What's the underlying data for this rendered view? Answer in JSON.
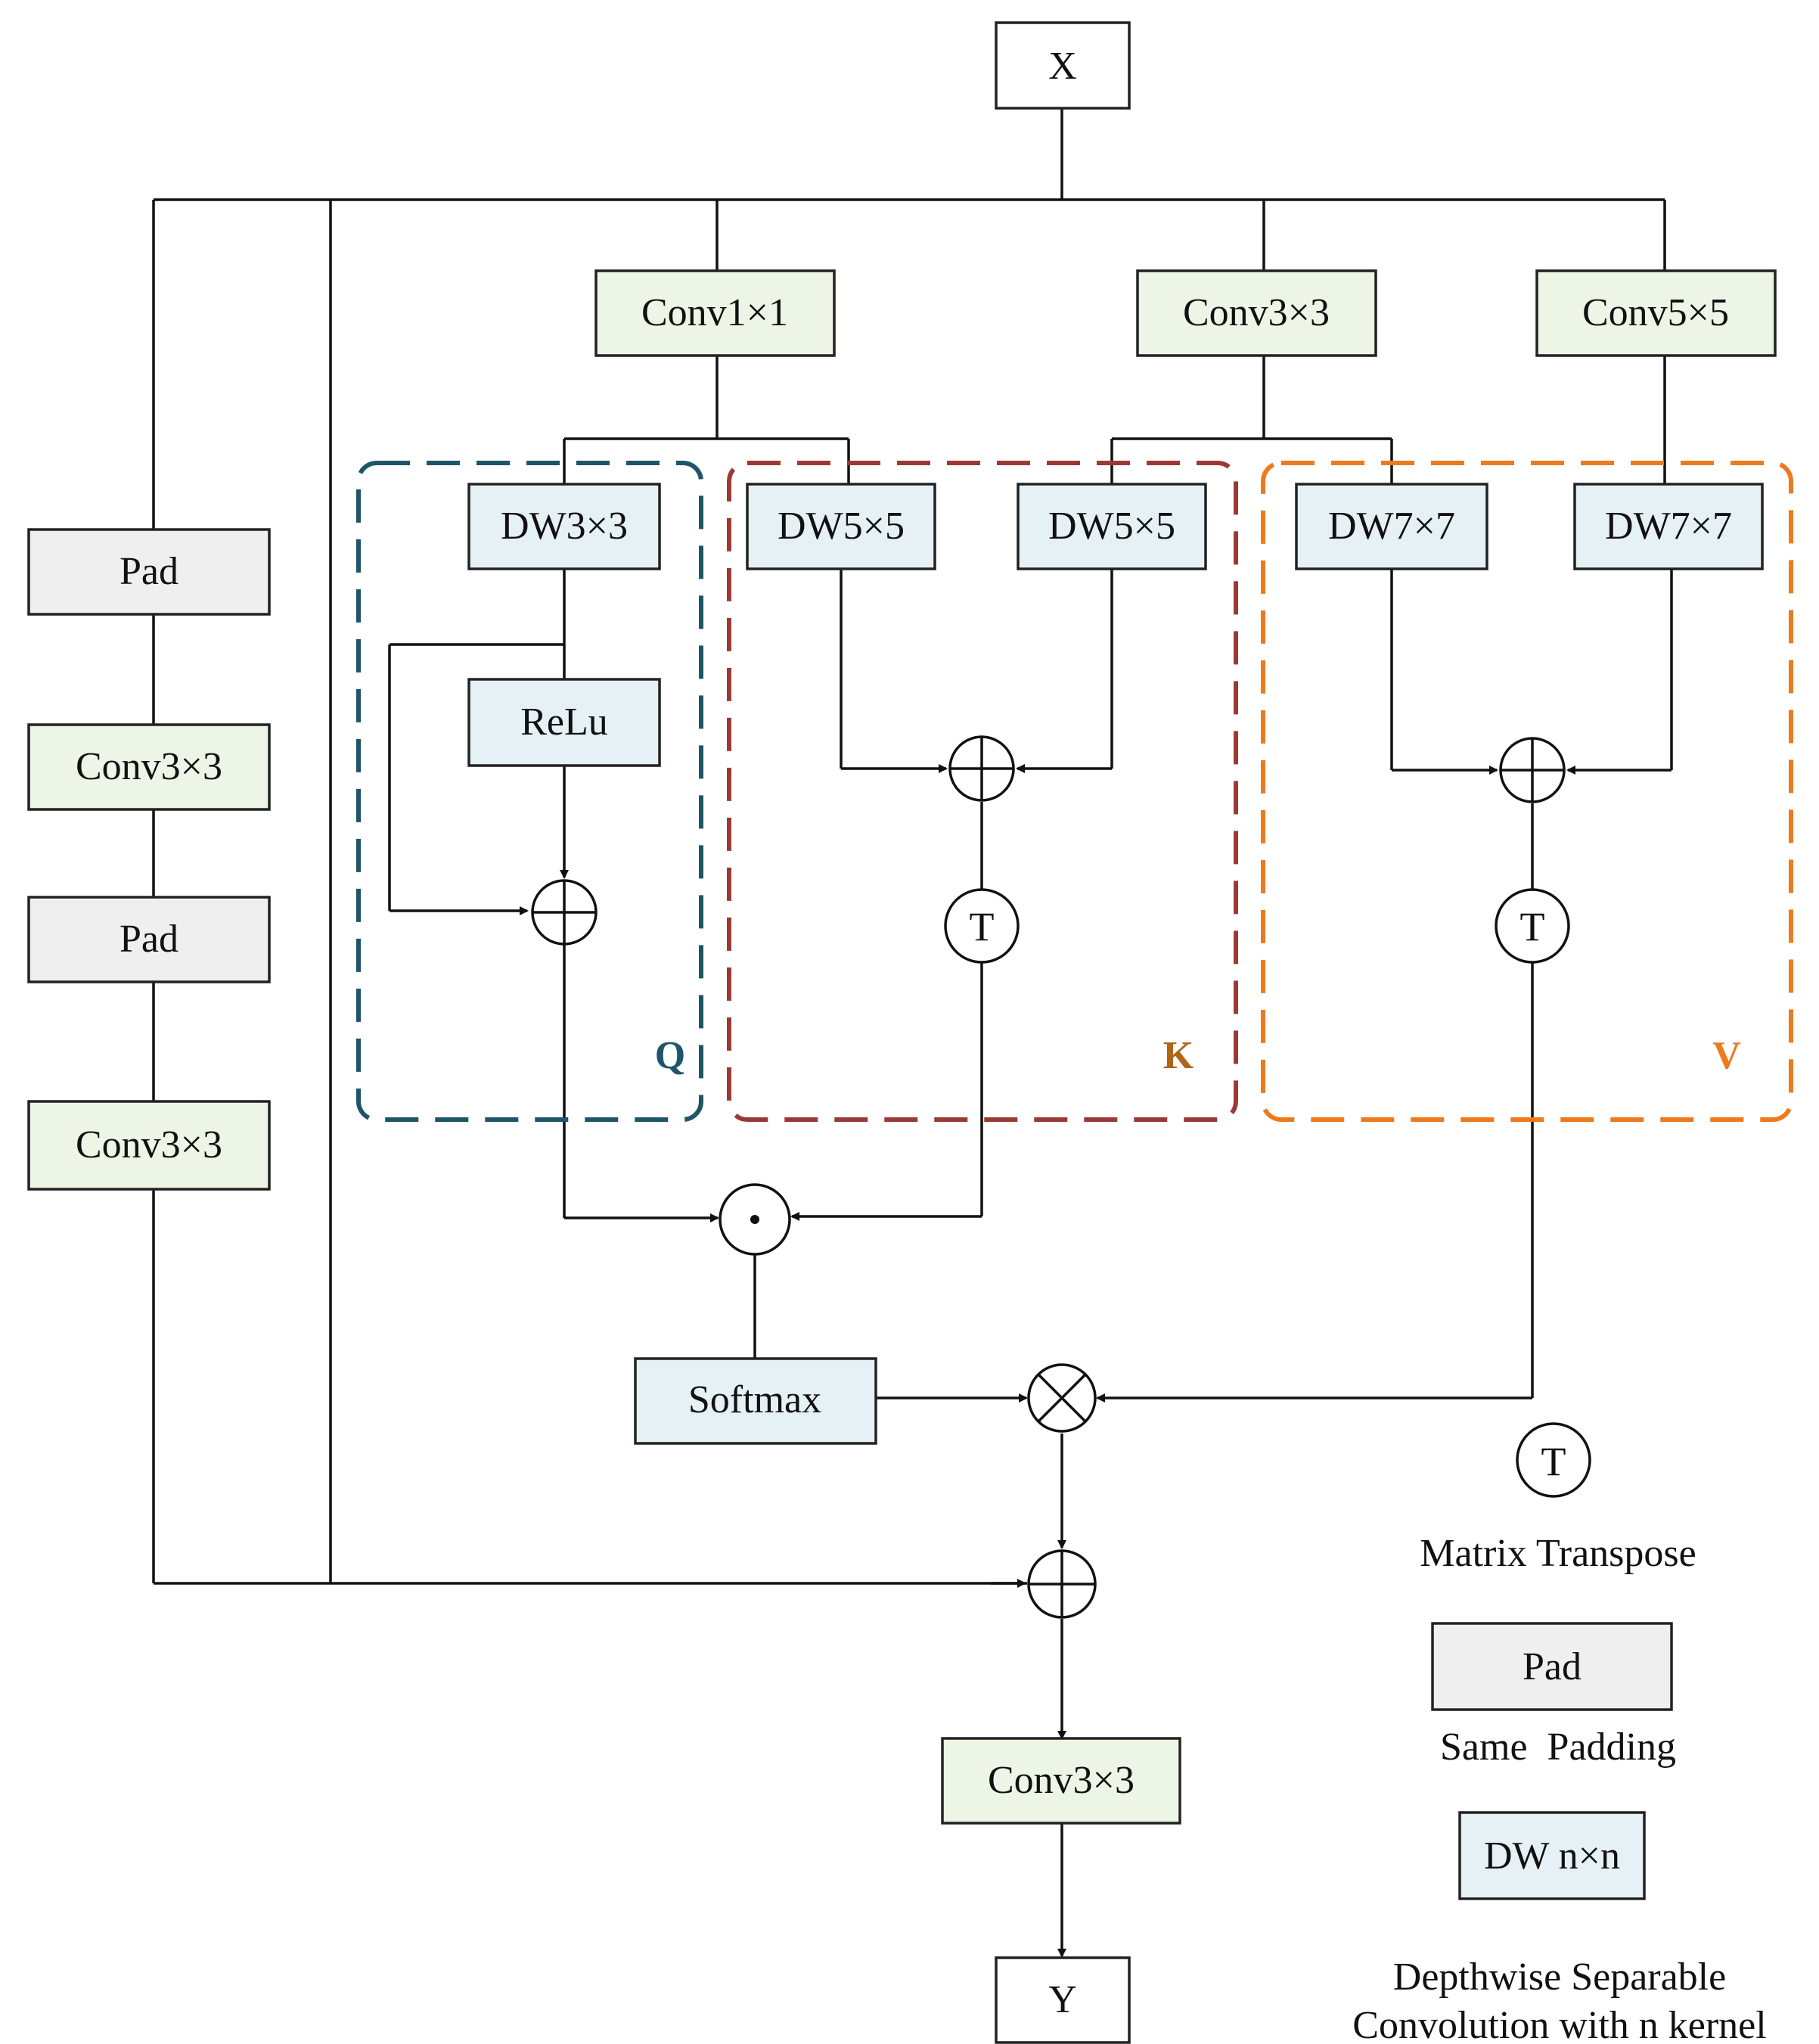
{
  "colors": {
    "conv_fill": "#edf5e6",
    "dw_fill": "#e6f1f5",
    "pad_fill": "#efefef",
    "io_fill": "#ffffff",
    "q_border": "#1f5568",
    "k_border": "#9b3a34",
    "v_border": "#ee7a1e",
    "k_label": "#b0641a"
  },
  "boxes": {
    "x": "X",
    "y": "Y",
    "conv1x1": "Conv1×1",
    "conv3x3_top": "Conv3×3",
    "conv5x5": "Conv5×5",
    "dw3x3": "DW3×3",
    "dw5x5_a": "DW5×5",
    "dw5x5_b": "DW5×5",
    "dw7x7_a": "DW7×7",
    "dw7x7_b": "DW7×7",
    "relu": "ReLu",
    "pad_1": "Pad",
    "conv3x3_left_1": "Conv3×3",
    "pad_2": "Pad",
    "conv3x3_left_2": "Conv3×3",
    "softmax": "Softmax",
    "conv3x3_out": "Conv3×3"
  },
  "operators": {
    "add": "⊕",
    "dot": "⊙",
    "multiply": "⊗",
    "transpose": "T"
  },
  "groups": {
    "q": "Q",
    "k": "K",
    "v": "V"
  },
  "legend": {
    "transpose_symbol": "T",
    "transpose_text": "Matrix Transpose",
    "pad_box": "Pad",
    "pad_text": "Same  Padding",
    "dw_box": "DW n×n",
    "dw_text_1": "Depthwise Separable",
    "dw_text_2": "Convolution with n kernel"
  }
}
